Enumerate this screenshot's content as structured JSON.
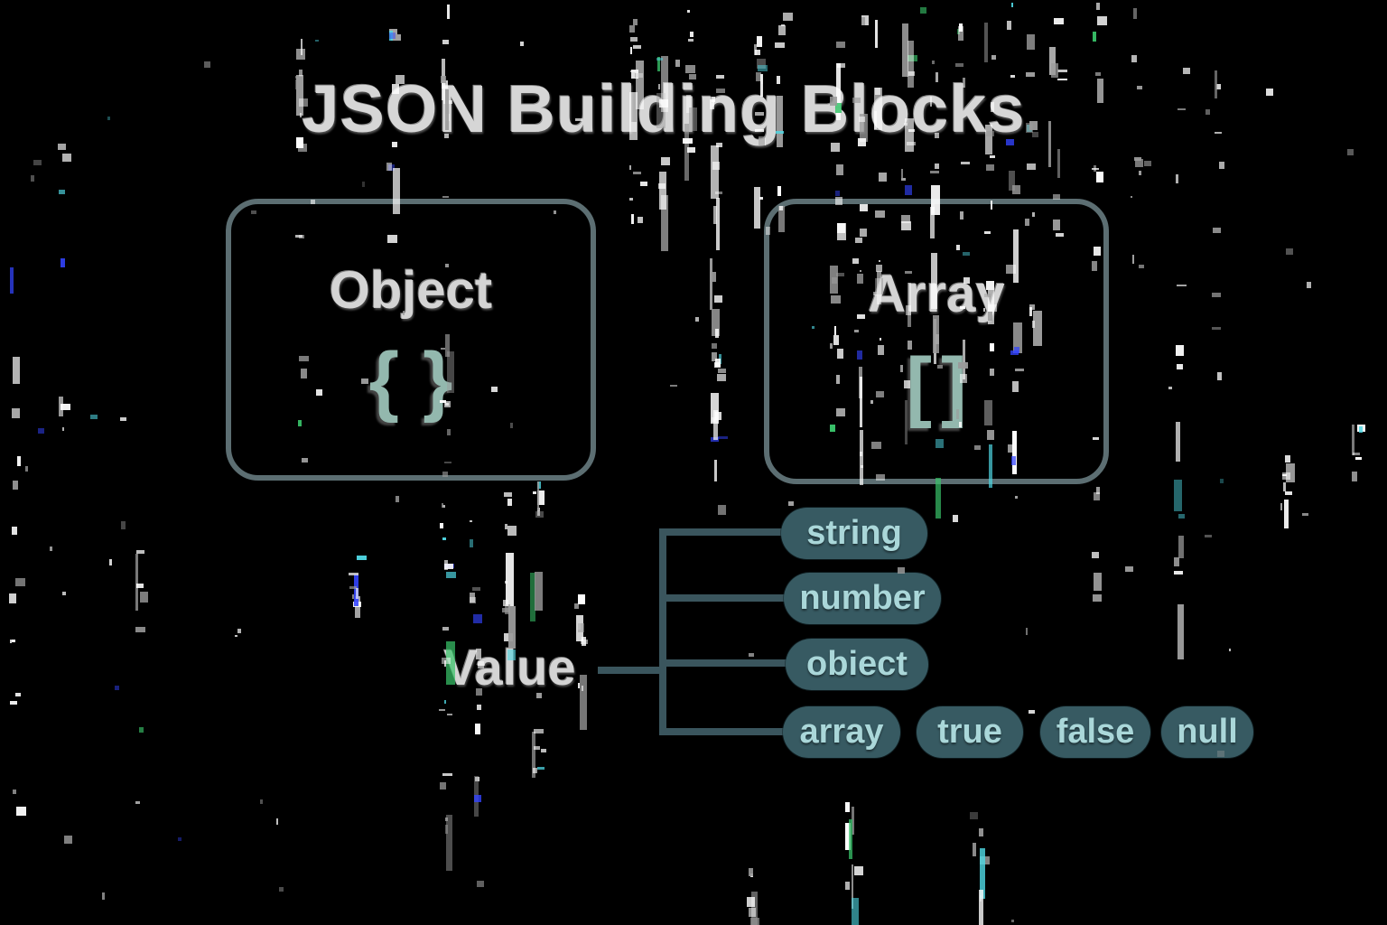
{
  "title": "JSON Building Blocks",
  "blocks": {
    "object": {
      "label": "Object",
      "symbol": "{ }"
    },
    "array": {
      "label": "Array",
      "symbol": "[ ]"
    }
  },
  "value_section": {
    "label": "Value",
    "branch_pills": [
      {
        "label": "string"
      },
      {
        "label": "number"
      },
      {
        "label": "obiect"
      },
      {
        "label": "array"
      }
    ],
    "literal_pills": [
      {
        "label": "true"
      },
      {
        "label": "false"
      },
      {
        "label": "null"
      }
    ]
  },
  "colors": {
    "background": "#000000",
    "box_border": "#5c6e72",
    "heading_text": "#d4d4d4",
    "symbol_teal": "#93b8ae",
    "pill_background": "#375a62",
    "pill_text": "#aad7d9",
    "connector": "#3a555d"
  }
}
